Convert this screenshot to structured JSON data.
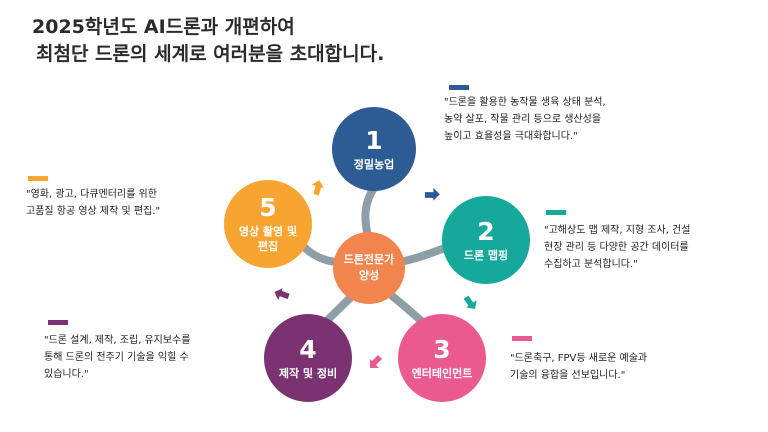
{
  "title": {
    "line1": "2025학년도 AI드론과 개편하여",
    "line2": "최첨단 드론의 세계로 여러분을 초대합니다."
  },
  "center": {
    "label_lines": [
      "드론전문가",
      "양성"
    ],
    "color": "#f2844d"
  },
  "nodes": [
    {
      "num": "1",
      "label_lines": [
        "정밀농업"
      ],
      "color": "#2d5b93",
      "desc": [
        "\"드론을 활용한 농작물 생육 상태 분석,",
        "농약 살포, 작물 관리 등으로 생산성을",
        "높이고 효율성을 극대화합니다.\""
      ]
    },
    {
      "num": "2",
      "label_lines": [
        "드론 맵핑"
      ],
      "color": "#16a89a",
      "desc": [
        "\"고해상도 맵 제작, 지형 조사, 건설",
        "현장 관리 등 다양한 공간 데이터를",
        "수집하고 분석합니다.\""
      ]
    },
    {
      "num": "3",
      "label_lines": [
        "엔터테인먼트"
      ],
      "color": "#ea5a8e",
      "desc": [
        "\"드론축구, FPV등 새로운 예술과",
        "기술의 융합을 선보입니다.\""
      ]
    },
    {
      "num": "4",
      "label_lines": [
        "제작 및 정비"
      ],
      "color": "#7a3370",
      "desc": [
        "\"드론 설계, 제작, 조립, 유지보수를",
        "통해 드론의 전주기 기술을 익힐 수",
        "있습니다.\""
      ]
    },
    {
      "num": "5",
      "label_lines": [
        "영상 촬영 및",
        "편집"
      ],
      "color": "#f8a430",
      "desc": [
        "\"영화, 광고, 다큐멘터리를 위한",
        "고품질 항공 영상 제작 및 편집.\""
      ]
    }
  ],
  "connector_color": "#8e9ea6"
}
